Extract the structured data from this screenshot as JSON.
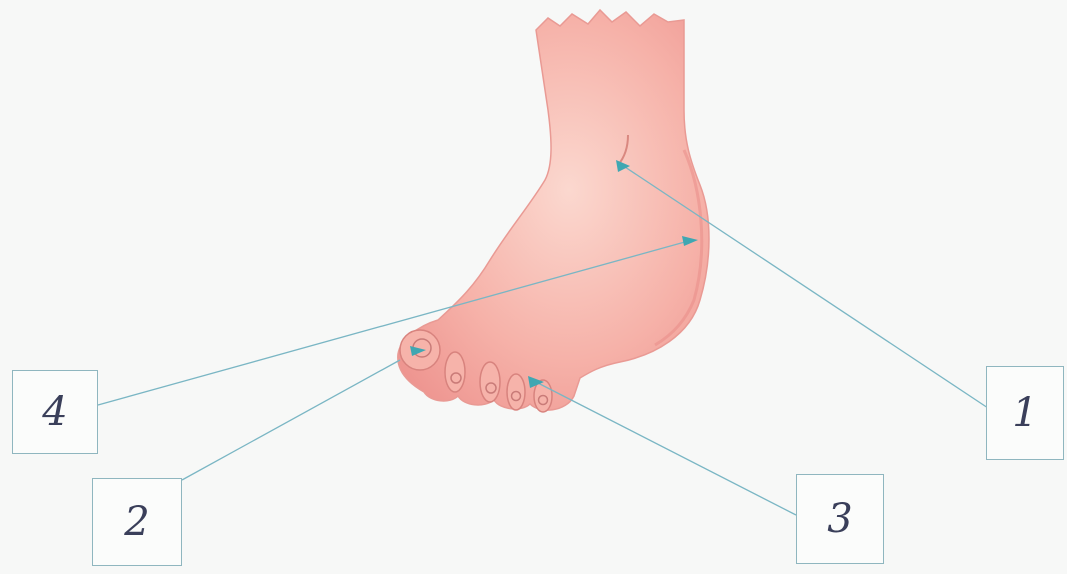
{
  "diagram": {
    "labels": {
      "one": "1",
      "two": "2",
      "three": "3",
      "four": "4"
    },
    "colors": {
      "skin": "#f4a8a0",
      "skin_light": "#f9cfc6",
      "skin_shadow": "#e88a86",
      "leader_line": "#7ab6c4",
      "marker": "#3fa7b2",
      "box_border": "#8fb6bf",
      "label_ink": "#3a3f5a",
      "background": "#f7f8f7"
    }
  }
}
